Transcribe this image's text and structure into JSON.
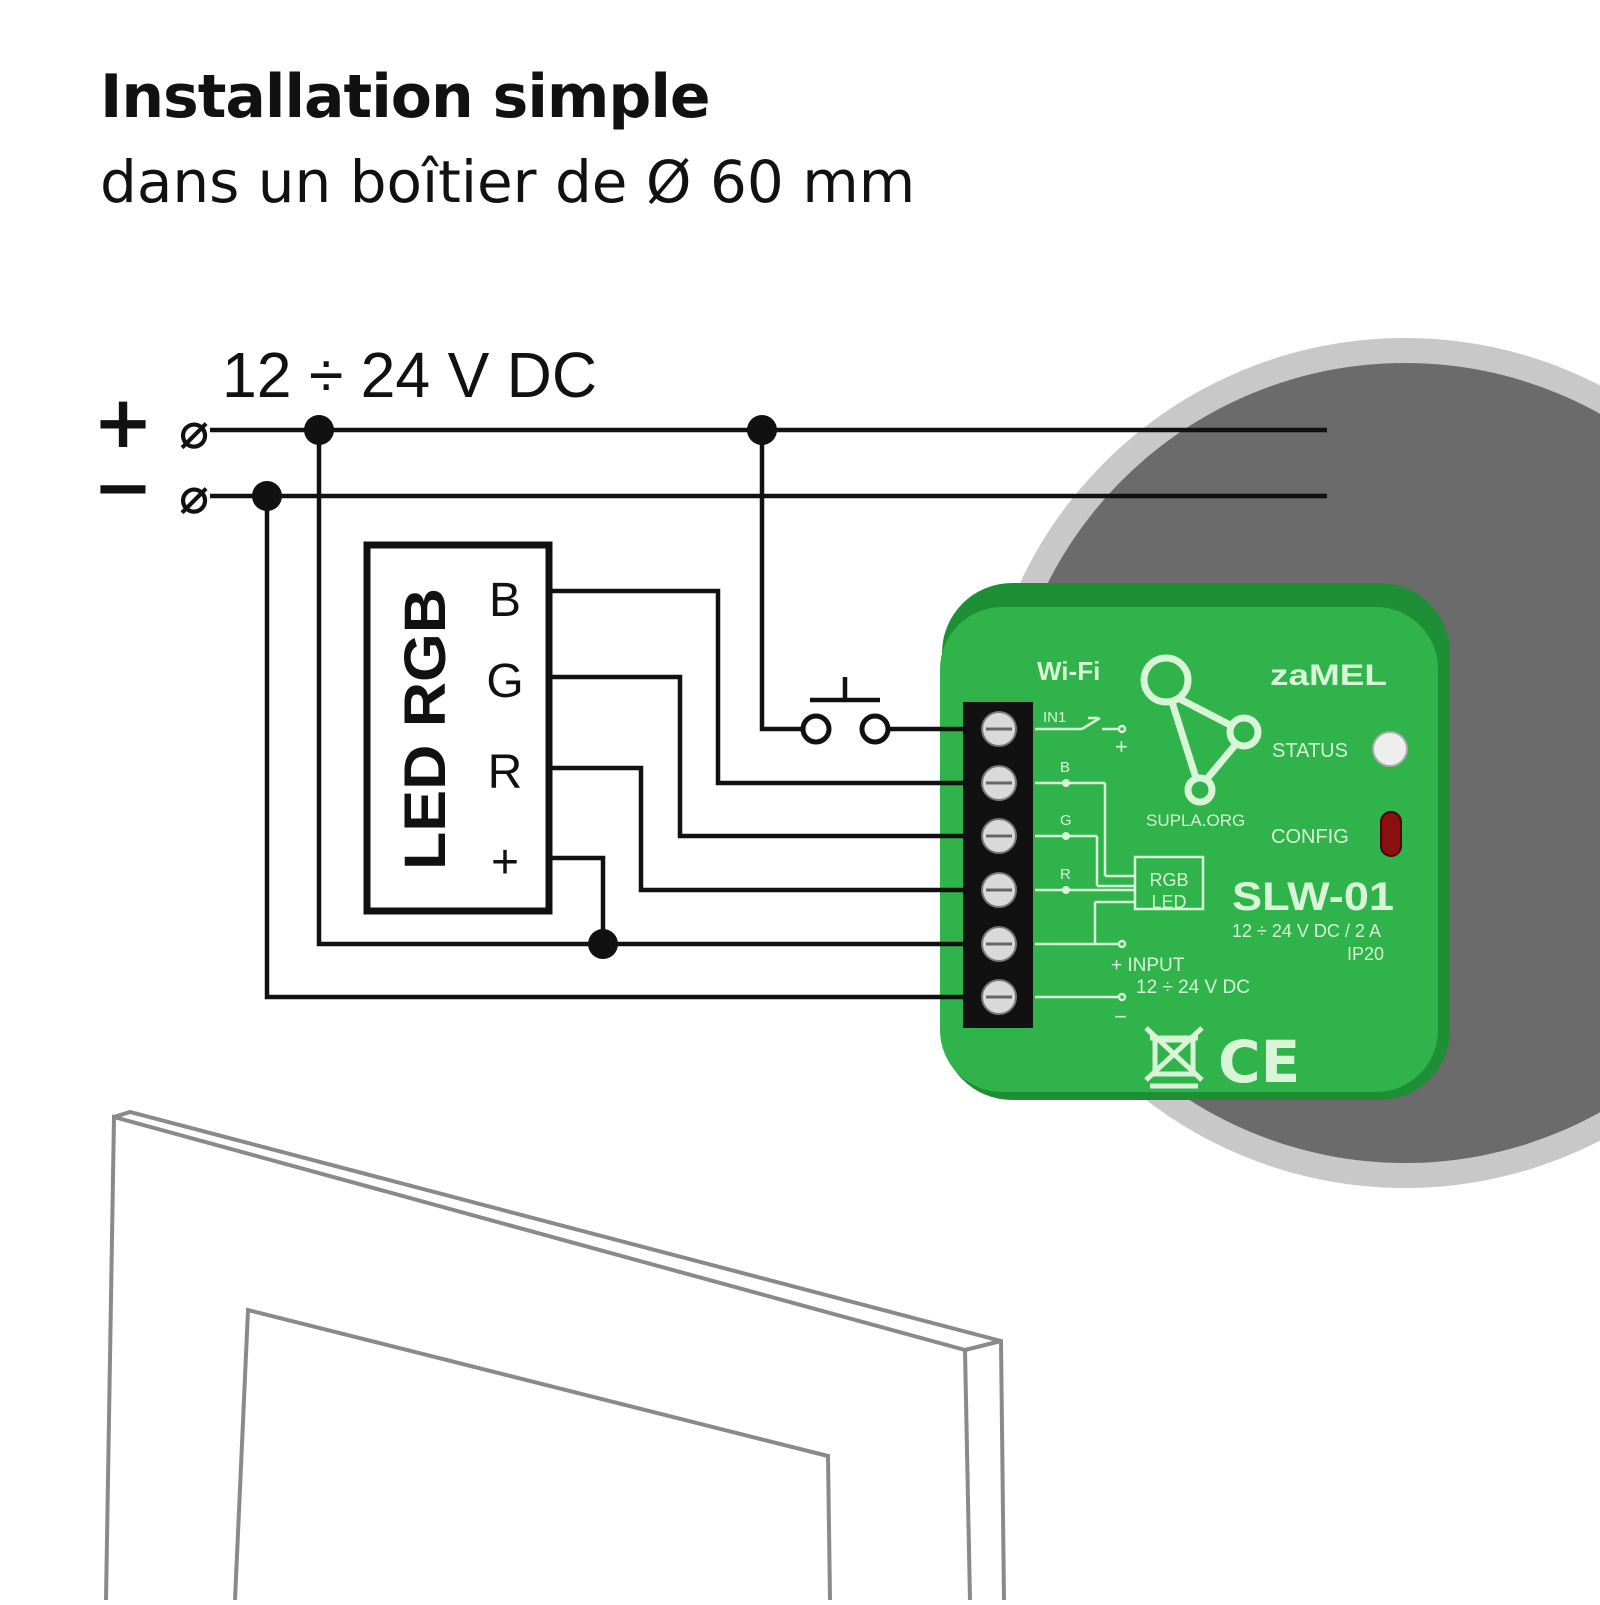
{
  "header": {
    "title": "Installation simple",
    "subtitle": "dans un boîtier de Ø 60 mm"
  },
  "supply": {
    "voltage_label": "12 ÷ 24 V DC",
    "plus_symbol": "+",
    "minus_symbol": "−",
    "terminal_symbol": "⌀"
  },
  "led_strip": {
    "label": "LED RGB",
    "pins": [
      "B",
      "G",
      "R",
      "+"
    ]
  },
  "module": {
    "wifi": "Wi-Fi",
    "brand": "zaMEL",
    "in1": "IN1",
    "status": "STATUS",
    "config": "CONFIG",
    "supla": "SUPLA.ORG",
    "b": "B",
    "g": "G",
    "r": "R",
    "rgb_led_line1": "RGB",
    "rgb_led_line2": "LED",
    "model": "SLW-01",
    "rating": "12 ÷ 24 V DC / 2 A",
    "ip": "IP20",
    "input_label": "+ INPUT",
    "input_voltage": "12 ÷ 24 V DC",
    "in1_plus": "+",
    "minus": "−",
    "ce": "CE"
  },
  "colors": {
    "module_green": "#2fb34a",
    "module_dark": "#1f8f36",
    "print": "#d8f5d8",
    "wire": "#111111",
    "circle_dark": "#6b6b6b",
    "circle_light": "#c8c8c8",
    "frame": "#8a8a8a"
  }
}
